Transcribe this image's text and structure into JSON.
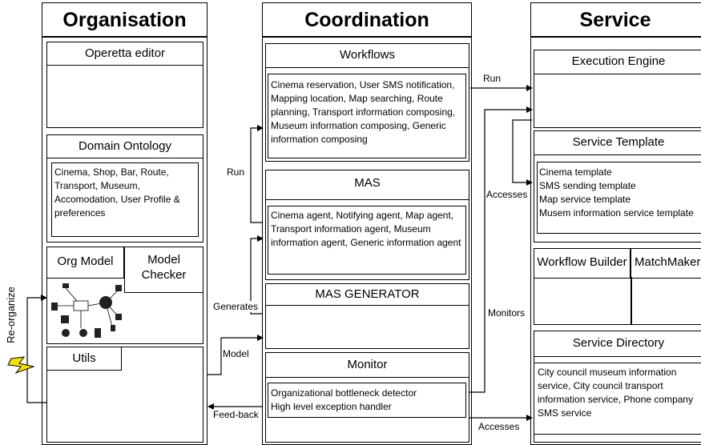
{
  "columns": {
    "organisation": {
      "title": "Organisation"
    },
    "coordination": {
      "title": "Coordination"
    },
    "service": {
      "title": "Service"
    }
  },
  "organisation": {
    "operetta_editor": {
      "title": "Operetta editor"
    },
    "domain_ontology": {
      "title": "Domain Ontology",
      "items": "Cinema, Shop, Bar, Route, Transport, Museum, Accomodation, User Profile & preferences"
    },
    "org_model": {
      "title": "Org Model"
    },
    "model_checker": {
      "title": "Model Checker"
    },
    "utils": {
      "title": "Utils"
    }
  },
  "coordination": {
    "workflows": {
      "title": "Workflows",
      "items": "Cinema reservation, User SMS notification, Mapping location, Map searching, Route planning, Transport information composing, Museum information composing, Generic information composing"
    },
    "mas": {
      "title": "MAS",
      "items": "Cinema agent, Notifying agent, Map agent, Transport information agent, Museum information agent, Generic information agent"
    },
    "mas_generator": {
      "title": "MAS GENERATOR"
    },
    "monitor": {
      "title": "Monitor",
      "items": [
        "Organizational bottleneck detector",
        "High level exception handler"
      ]
    }
  },
  "service": {
    "execution_engine": {
      "title": "Execution Engine"
    },
    "service_template": {
      "title": "Service Template",
      "items": [
        "Cinema template",
        "SMS sending template",
        "Map service template",
        "Musem information service template"
      ]
    },
    "workflow_builder": {
      "title": "Workflow Builder"
    },
    "matchmaker": {
      "title": "MatchMaker"
    },
    "service_directory": {
      "title": "Service Directory",
      "items": "City council museum information service, City council transport information service, Phone company SMS service"
    }
  },
  "edges": {
    "run_left": "Run",
    "run_right": "Run",
    "generates": "Generates",
    "model": "Model",
    "feed_back": "Feed-back",
    "accesses_top": "Accesses",
    "monitors": "Monitors",
    "accesses_bottom": "Accesses",
    "reorganize": "Re-organize"
  },
  "colors": {
    "lightning": "#f4e100"
  }
}
